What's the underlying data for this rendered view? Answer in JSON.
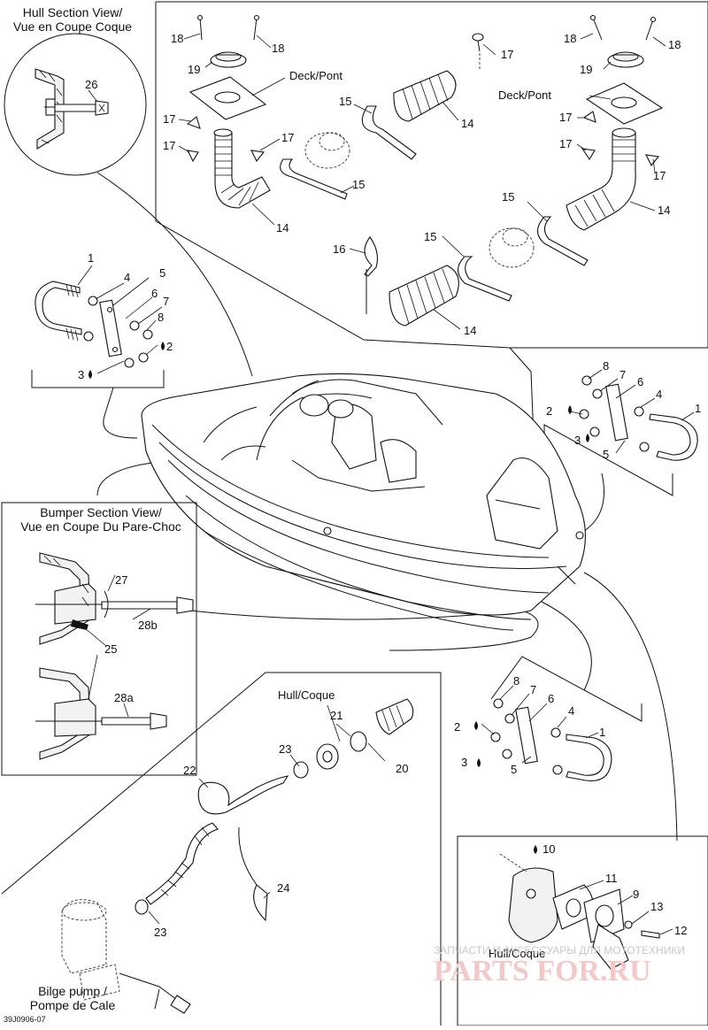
{
  "diagram_code": "39J0906-07",
  "views": {
    "hull_section": {
      "title_line1": "Hull Section View/",
      "title_line2": "Vue en Coupe Coque"
    },
    "bumper_section": {
      "title_line1": "Bumper Section View/",
      "title_line2": "Vue en Coupe Du Pare-Choc"
    },
    "bilge_pump": {
      "title_line1": "Bilge pump /",
      "title_line2": "Pompe de Cale"
    }
  },
  "labels": {
    "deck_pont": "Deck/Pont",
    "hull_coque": "Hull/Coque"
  },
  "callouts": {
    "c1": "1",
    "c2": "2",
    "c3": "3",
    "c4": "4",
    "c5": "5",
    "c6": "6",
    "c7": "7",
    "c8": "8",
    "c9": "9",
    "c10": "10",
    "c11": "11",
    "c12": "12",
    "c13": "13",
    "c14": "14",
    "c15": "15",
    "c16": "16",
    "c17": "17",
    "c18": "18",
    "c19": "19",
    "c20": "20",
    "c21": "21",
    "c22": "22",
    "c23": "23",
    "c24": "24",
    "c25": "25",
    "c26": "26",
    "c27": "27",
    "c28a": "28a",
    "c28b": "28b"
  },
  "watermark": {
    "line1": "ЗАПЧАСТИ И АКСЕССУАРЫ ДЛЯ МОТОТЕХНИКИ",
    "line2": "PARTS FOR.RU"
  }
}
